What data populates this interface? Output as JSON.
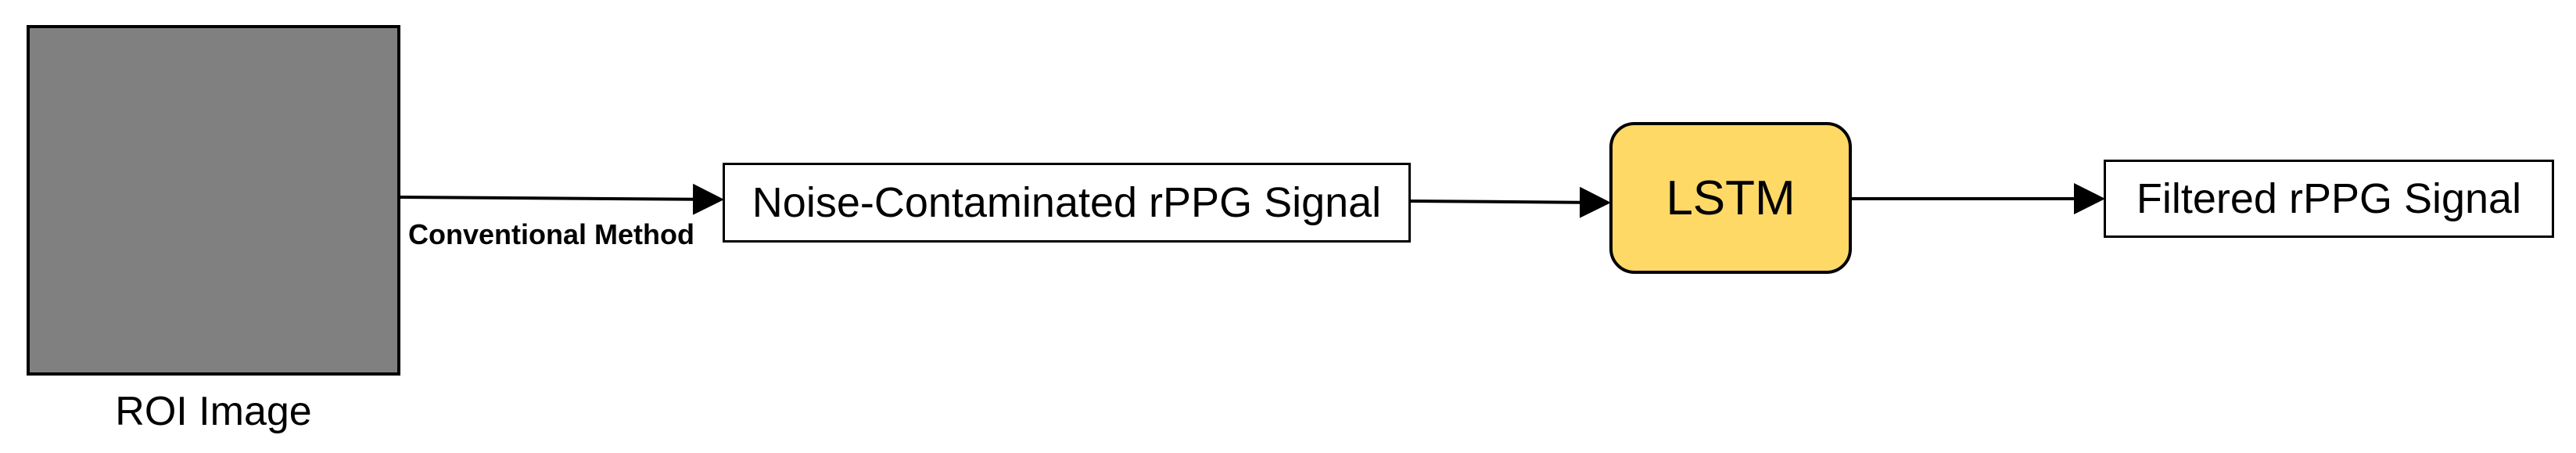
{
  "nodes": {
    "roi_image": {
      "caption": "ROI Image",
      "fill": "#808080"
    },
    "noise_signal": {
      "label": "Noise-Contaminated rPPG Signal"
    },
    "lstm": {
      "label": "LSTM",
      "fill": "#FFD966"
    },
    "filtered_signal": {
      "label": "Filtered rPPG Signal"
    }
  },
  "edges": {
    "roi_to_noise": {
      "label": "Conventional Method"
    }
  }
}
